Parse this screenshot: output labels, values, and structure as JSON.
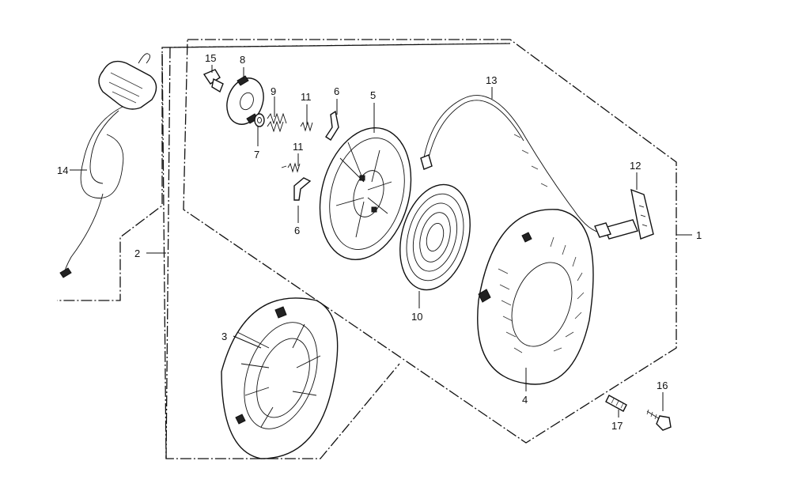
{
  "diagram": {
    "labels": {
      "p1": "1",
      "p2": "2",
      "p3": "3",
      "p4": "4",
      "p5": "5",
      "p6a": "6",
      "p6b": "6",
      "p7": "7",
      "p8": "8",
      "p9": "9",
      "p10": "10",
      "p11a": "11",
      "p11b": "11",
      "p12": "12",
      "p13": "13",
      "p14": "14",
      "p15": "15",
      "p16": "16",
      "p17": "17"
    }
  }
}
